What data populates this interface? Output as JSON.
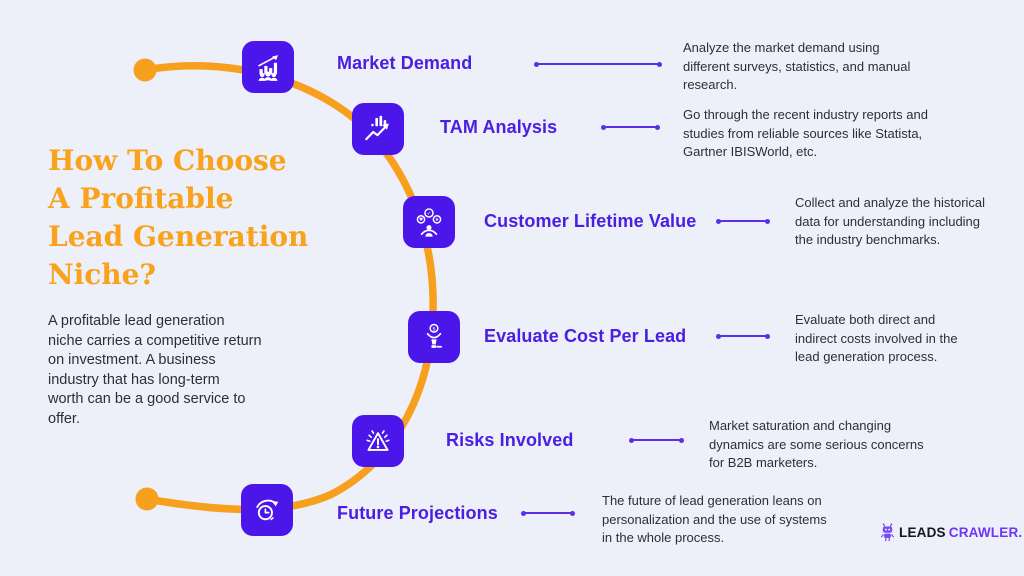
{
  "colors": {
    "background": "#EDEFF9",
    "accent_orange": "#F7A01D",
    "title_orange": "#F9A21B",
    "icon_purple": "#4B16EA",
    "heading_purple": "#4A1FE2",
    "connector_purple": "#5B2EE8",
    "body_text": "#2F2E38",
    "logo_dark": "#15141F",
    "logo_purple": "#6E35F2"
  },
  "intro": {
    "title_lines": [
      "How To Choose",
      "A Profitable",
      "Lead Generation",
      "Niche?"
    ],
    "paragraph": "A profitable lead generation\nniche carries a competitive return\non investment. A business\nindustry that has long-term\nworth can be a good service to\noffer."
  },
  "items": [
    {
      "title": "Market Demand",
      "icon": "bar-chart-people-icon",
      "description": "Analyze the market demand using\ndifferent surveys, statistics, and manual\nresearch."
    },
    {
      "title": "TAM Analysis",
      "icon": "trend-line-chart-icon",
      "description": "Go through the recent industry reports and\nstudies from reliable sources like Statista,\nGartner IBISWorld, etc."
    },
    {
      "title": "Customer Lifetime Value",
      "icon": "customer-badges-icon",
      "description": "Collect and analyze the historical\ndata for understanding including\nthe industry benchmarks."
    },
    {
      "title": "Evaluate Cost Per Lead",
      "icon": "coin-funnel-icon",
      "description": "Evaluate both direct and\nindirect costs involved in the\nlead generation process."
    },
    {
      "title": "Risks Involved",
      "icon": "warning-triangle-icon",
      "description": "Market saturation and changing\ndynamics are some serious concerns\nfor B2B marketers."
    },
    {
      "title": "Future Projections",
      "icon": "clock-forward-icon",
      "description": "The future of lead generation leans on\npersonalization and the use of systems\nin the whole process."
    }
  ],
  "logo": {
    "icon": "robot-crawler-icon",
    "brand_first": "LEADS",
    "brand_second": "CRAWLER."
  }
}
